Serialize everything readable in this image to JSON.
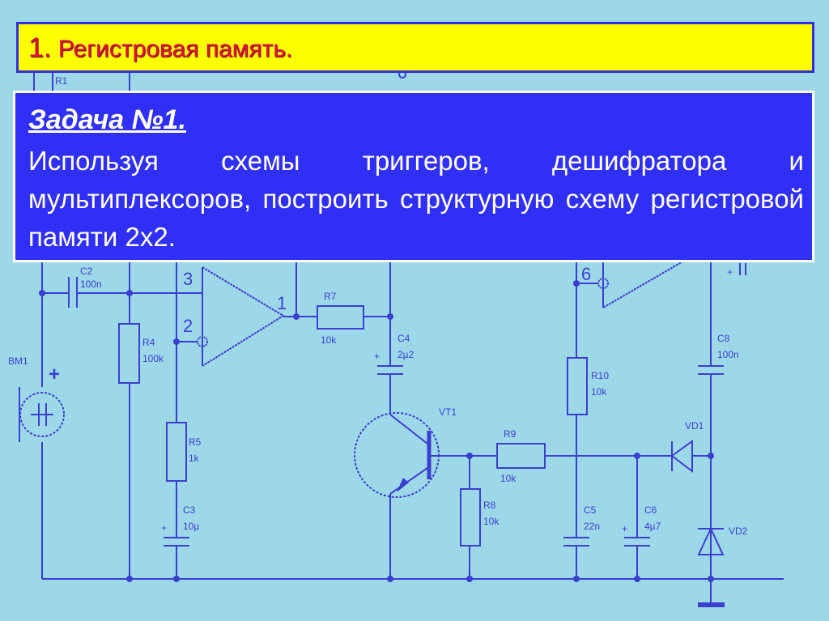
{
  "slide": {
    "title_number": "1.",
    "title": "Регистровая память.",
    "task_title": "Задача №1.",
    "task_text": "Используя схемы триггеров, дешифратора и мультиплексоров, построить структурную схему регистровой памяти 2x2."
  },
  "colors": {
    "background": "#9dd8e9",
    "circuit": "#3a3fd0",
    "title_bar": "#ffff00",
    "title_text": "#e0103c",
    "task_box": "#2f2ff5"
  },
  "diagram": {
    "labels": {
      "r1": "R1",
      "c2": "C2",
      "c2_val": "100n",
      "bm1": "BM1",
      "plus": "+",
      "r4": "R4",
      "r4_val": "100k",
      "r5": "R5",
      "r5_val": "1k",
      "c3": "C3",
      "c3_val": "10µ",
      "pin3": "3",
      "pin2": "2",
      "pin1": "1",
      "pin6": "6",
      "r7": "R7",
      "r7_val": "10k",
      "c4": "C4",
      "c4_val": "2µ2",
      "vt1": "VT1",
      "r9": "R9",
      "r9_val": "10k",
      "r8": "R8",
      "r8_val": "10k",
      "r10": "R10",
      "r10_val": "10k",
      "c5": "C5",
      "c5_val": "22n",
      "c6": "C6",
      "c6_val": "4µ7",
      "c8": "C8",
      "c8_val": "100n",
      "vd1": "VD1",
      "vd2": "VD2"
    }
  }
}
